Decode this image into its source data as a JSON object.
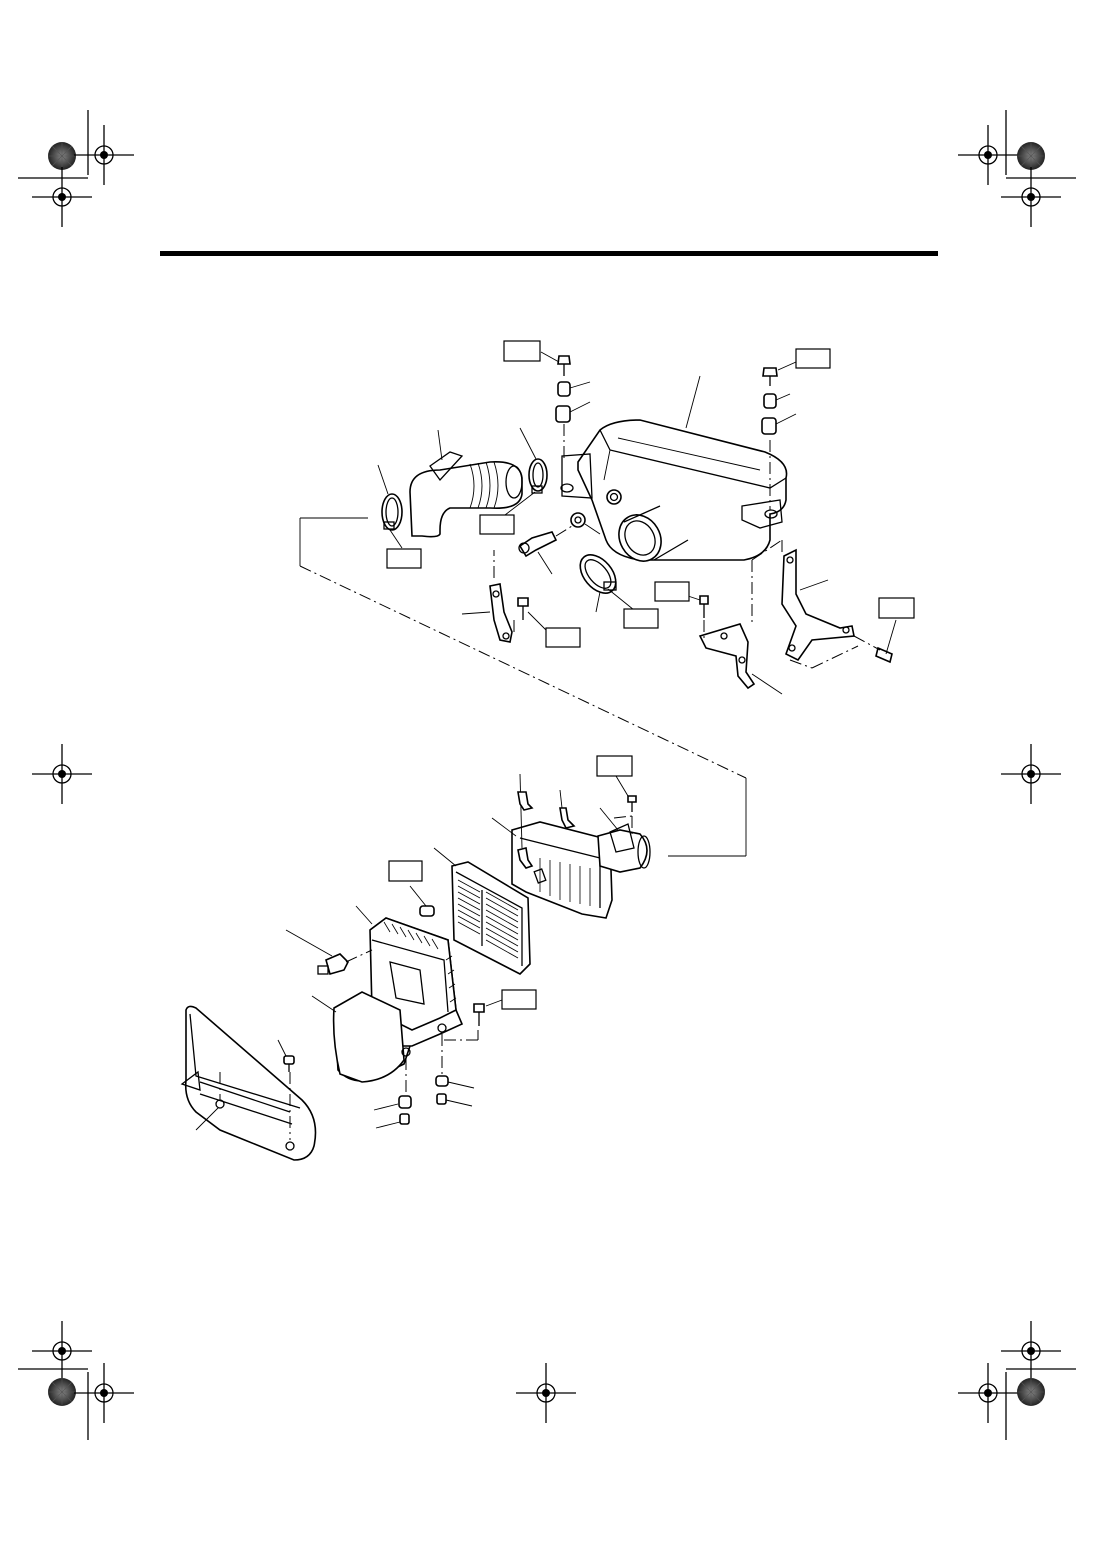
{
  "document": {
    "header_rule": "solid",
    "print_marks": [
      "registration-mark",
      "color-wheel-mark"
    ]
  },
  "diagram": {
    "type": "exploded-parts-view",
    "subject": "air-intake-assembly",
    "callout_boxes": [],
    "part_labels": []
  },
  "colors": {
    "ink": "#000000",
    "paper": "#ffffff"
  }
}
